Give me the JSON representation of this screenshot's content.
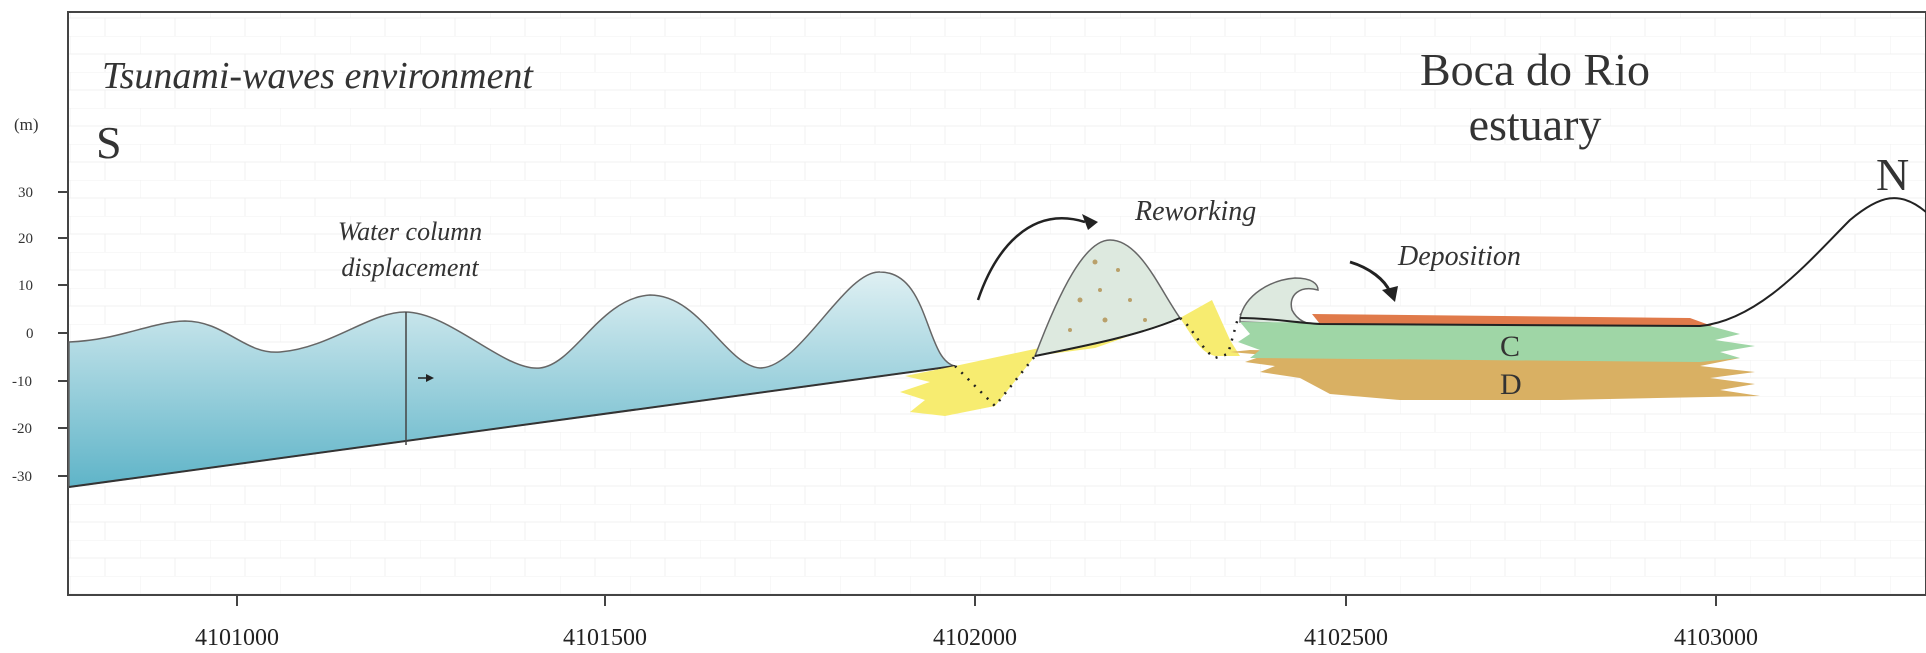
{
  "title": "Tsunami-waves environment",
  "location": {
    "line1": "Boca do Rio",
    "line2": "estuary"
  },
  "directions": {
    "south": "S",
    "north": "N"
  },
  "y_axis": {
    "unit": "(m)",
    "ticks": [
      "30",
      "20",
      "10",
      "0",
      "-10",
      "-20",
      "-30"
    ]
  },
  "x_axis": {
    "ticks": [
      "4101000",
      "4101500",
      "4102000",
      "4102500",
      "4103000"
    ]
  },
  "annotations": {
    "water_column_line1": "Water column",
    "water_column_line2": "displacement",
    "reworking": "Reworking",
    "deposition": "Deposition"
  },
  "layers": {
    "c": "C",
    "d": "D"
  },
  "colors": {
    "water_top": "#d6ebf0",
    "water_bottom": "#5fb4c8",
    "sand": "#f7ec70",
    "layer_c": "#9fd6a6",
    "layer_d": "#d9b063",
    "deposit_top": "#e07a4a",
    "reworked_wave": "#e3efe1",
    "frame": "#444444"
  }
}
